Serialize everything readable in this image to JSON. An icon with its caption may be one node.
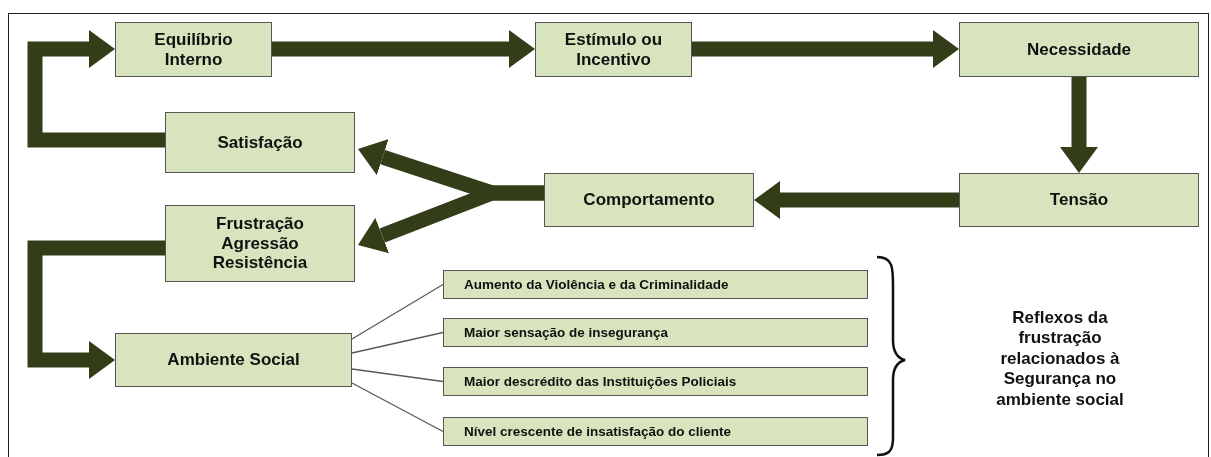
{
  "diagram": {
    "nodes": [
      {
        "text": [
          "Equilíbrio Interno"
        ]
      },
      {
        "text": [
          "Estímulo ou Incentivo"
        ]
      },
      {
        "text": [
          "Necessidade"
        ]
      },
      {
        "text": [
          "Satisfação"
        ]
      },
      {
        "text": [
          "Tensão"
        ]
      },
      {
        "text": [
          "Comportamento"
        ]
      },
      {
        "text": [
          "Frustração Agressão Resistência"
        ]
      },
      {
        "text": [
          "Ambiente Social"
        ]
      },
      {
        "text": [
          "Aumento da Violência e da Criminalidade"
        ]
      },
      {
        "text": [
          "Maior sensação de insegurança"
        ]
      },
      {
        "text": [
          "Maior descrédito das Instituições Policiais"
        ]
      },
      {
        "text": [
          "Nível crescente de insatisfação do cliente"
        ]
      }
    ],
    "edges": [
      {
        "from": 0,
        "to": 1,
        "arrow": "to"
      },
      {
        "from": 1,
        "to": 2,
        "arrow": "to"
      },
      {
        "from": 2,
        "to": 4,
        "arrow": "to"
      },
      {
        "from": 4,
        "to": 5,
        "arrow": "to"
      },
      {
        "from": 5,
        "to": 3,
        "arrow": "to"
      },
      {
        "from": 5,
        "to": 6,
        "arrow": "to"
      },
      {
        "from": 3,
        "to": 0,
        "arrow": "to"
      },
      {
        "from": 6,
        "to": 7,
        "arrow": "to"
      },
      {
        "from": 7,
        "to": 8,
        "arrow": "none",
        "color": "#595959"
      },
      {
        "from": 7,
        "to": 9,
        "arrow": "none",
        "color": "#595959"
      },
      {
        "from": 7,
        "to": 10,
        "arrow": "none",
        "color": "#595959"
      },
      {
        "from": 7,
        "to": 11,
        "arrow": "none",
        "color": "#595959"
      }
    ],
    "labels": [
      "Reflexos da frustração relacionados à Segurança no ambiente social"
    ]
  }
}
